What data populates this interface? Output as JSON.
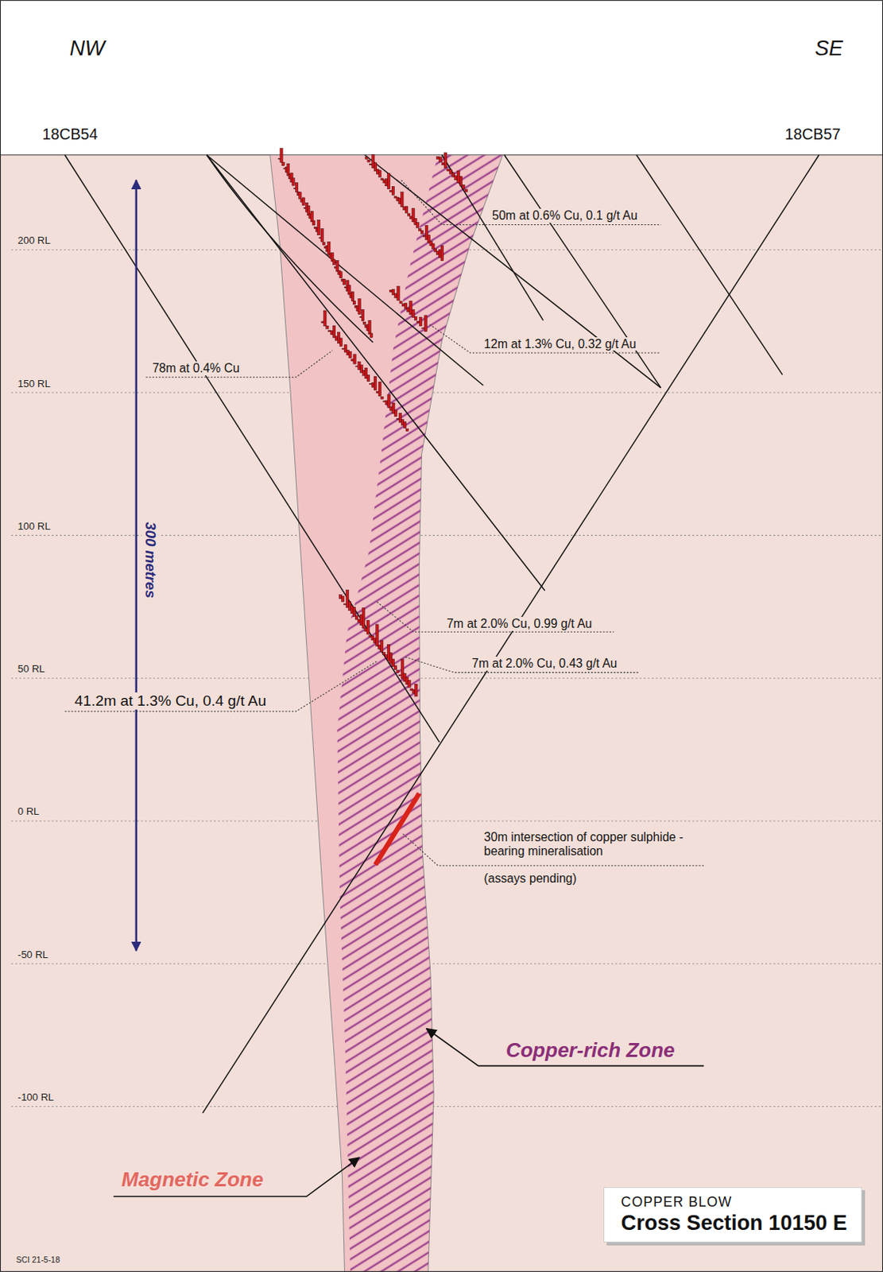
{
  "diagram": {
    "nodes": [
      {
        "text": [
          "COPPER BLOW",
          "Cross Section 10150 E"
        ]
      }
    ],
    "labels": [
      "NW",
      "SE",
      "18CB54",
      "18CB57",
      "200 RL",
      "150 RL",
      "100 RL",
      "50 RL",
      "0 RL",
      "-50 RL",
      "-100 RL",
      "300 metres",
      "50m at 0.6% Cu, 0.1 g/t Au",
      "12m at 1.3% Cu, 0.32 g/t Au",
      "78m at 0.4% Cu",
      "7m at 2.0% Cu, 0.99 g/t Au",
      "7m at 2.0% Cu, 0.43 g/t Au",
      "41.2m at 1.3% Cu, 0.4 g/t Au",
      "30m intersection of copper sulphide - bearing mineralisation",
      "(assays pending)",
      "Copper-rich Zone",
      "Magnetic Zone",
      "SCI 21-5-18"
    ]
  }
}
